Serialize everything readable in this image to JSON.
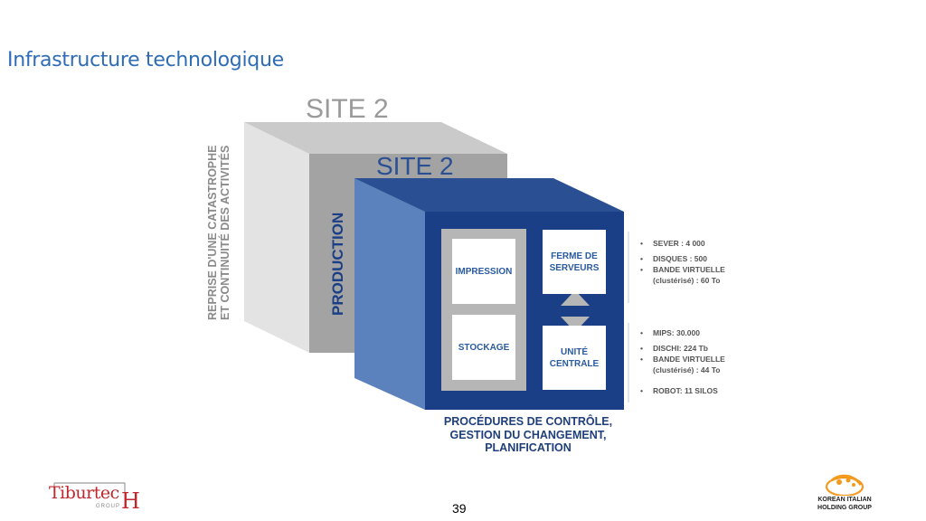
{
  "slide": {
    "title": "Infrastructure technologique",
    "page_number": "39"
  },
  "diagram": {
    "back_cube": {
      "header": "SITE 2",
      "side_label_line1": "REPRISE D'UNE CATASTROPHE",
      "side_label_line2": "ET CONTINUITÉ DES ACTIVITÉS"
    },
    "middle_cube": {
      "header": "SITE 2",
      "side_label": "PRODUCTION"
    },
    "front_cube": {
      "boxes": {
        "impression": "IMPRESSION",
        "stockage": "STOCKAGE",
        "ferme_line1": "FERME DE",
        "ferme_line2": "SERVEURS",
        "unite_line1": "UNITÉ",
        "unite_line2": "CENTRALE"
      },
      "caption_line1": "PROCÉDURES DE CONTRÔLE,",
      "caption_line2": "GESTION DU CHANGEMENT,",
      "caption_line3": "PLANIFICATION"
    },
    "server_specs": {
      "item1": "SEVER : 4 000",
      "item2": "DISQUES : 500",
      "item3": "BANDE VIRTUELLE",
      "item3_cont": "(clustérisé) : 60 To"
    },
    "mainframe_specs": {
      "item1": "MIPS: 30.000",
      "item2": "DISCHI: 224 Tb",
      "item3": "BANDE VIRTUELLE",
      "item3_cont": "(clustérisé) : 44 To",
      "item4": "ROBOT: 11 SILOS"
    }
  },
  "logos": {
    "left_main": "Tiburtec",
    "left_h": "H",
    "left_sub": "GROUP",
    "right_line1": "KOREAN ITALIAN",
    "right_line2": "HOLDING GROUP"
  },
  "colors": {
    "title": "#2e6db5",
    "navy": "#1b3f86",
    "navy_side": "#5b82bd",
    "navy_top": "#2a4f93",
    "grey_front": "#a3a3a3",
    "grey_side": "#e3e3e3",
    "grey_top": "#c9c9c9",
    "logo_red": "#c0272d",
    "logo_orange": "#f39a1e"
  }
}
